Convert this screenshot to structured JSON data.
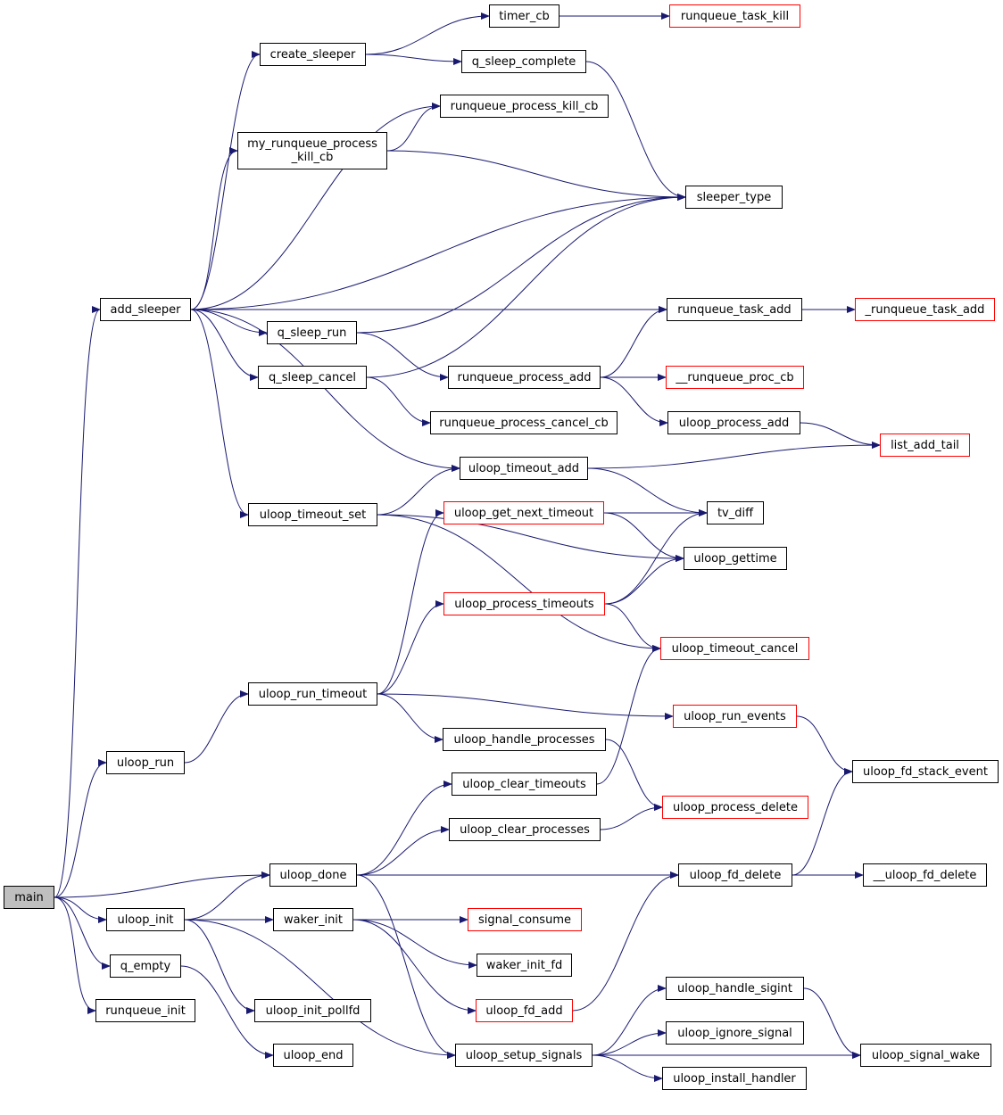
{
  "graph": {
    "edge_color": "#191970",
    "nodes": {
      "main": {
        "label": "main",
        "style": "root"
      },
      "add_sleeper": {
        "label": "add_sleeper",
        "style": "normal"
      },
      "uloop_run": {
        "label": "uloop_run",
        "style": "normal"
      },
      "uloop_done": {
        "label": "uloop_done",
        "style": "normal"
      },
      "uloop_init": {
        "label": "uloop_init",
        "style": "normal"
      },
      "q_empty": {
        "label": "q_empty",
        "style": "normal"
      },
      "runqueue_init": {
        "label": "runqueue_init",
        "style": "normal"
      },
      "create_sleeper": {
        "label": "create_sleeper",
        "style": "normal"
      },
      "my_runqueue_process_kill_cb": {
        "label": "my_runqueue_process\n_kill_cb",
        "style": "normal"
      },
      "q_sleep_run": {
        "label": "q_sleep_run",
        "style": "normal"
      },
      "q_sleep_cancel": {
        "label": "q_sleep_cancel",
        "style": "normal"
      },
      "uloop_timeout_set": {
        "label": "uloop_timeout_set",
        "style": "normal"
      },
      "uloop_run_timeout": {
        "label": "uloop_run_timeout",
        "style": "normal"
      },
      "waker_init": {
        "label": "waker_init",
        "style": "normal"
      },
      "uloop_init_pollfd": {
        "label": "uloop_init_pollfd",
        "style": "normal"
      },
      "uloop_end": {
        "label": "uloop_end",
        "style": "normal"
      },
      "timer_cb": {
        "label": "timer_cb",
        "style": "normal"
      },
      "q_sleep_complete": {
        "label": "q_sleep_complete",
        "style": "normal"
      },
      "runqueue_process_kill_cb": {
        "label": "runqueue_process_kill_cb",
        "style": "normal"
      },
      "runqueue_process_add": {
        "label": "runqueue_process_add",
        "style": "normal"
      },
      "runqueue_process_cancel_cb": {
        "label": "runqueue_process_cancel_cb",
        "style": "normal"
      },
      "uloop_timeout_add": {
        "label": "uloop_timeout_add",
        "style": "normal"
      },
      "uloop_get_next_timeout": {
        "label": "uloop_get_next_timeout",
        "style": "red"
      },
      "uloop_process_timeouts": {
        "label": "uloop_process_timeouts",
        "style": "red"
      },
      "uloop_handle_processes": {
        "label": "uloop_handle_processes",
        "style": "normal"
      },
      "uloop_clear_timeouts": {
        "label": "uloop_clear_timeouts",
        "style": "normal"
      },
      "uloop_clear_processes": {
        "label": "uloop_clear_processes",
        "style": "normal"
      },
      "signal_consume": {
        "label": "signal_consume",
        "style": "red"
      },
      "waker_init_fd": {
        "label": "waker_init_fd",
        "style": "normal"
      },
      "uloop_fd_add": {
        "label": "uloop_fd_add",
        "style": "red"
      },
      "uloop_setup_signals": {
        "label": "uloop_setup_signals",
        "style": "normal"
      },
      "runqueue_task_kill": {
        "label": "runqueue_task_kill",
        "style": "red"
      },
      "sleeper_type": {
        "label": "sleeper_type",
        "style": "normal"
      },
      "runqueue_task_add": {
        "label": "runqueue_task_add",
        "style": "normal"
      },
      "__runqueue_proc_cb": {
        "label": "__runqueue_proc_cb",
        "style": "red"
      },
      "uloop_process_add": {
        "label": "uloop_process_add",
        "style": "normal"
      },
      "tv_diff": {
        "label": "tv_diff",
        "style": "normal"
      },
      "uloop_gettime": {
        "label": "uloop_gettime",
        "style": "normal"
      },
      "uloop_timeout_cancel": {
        "label": "uloop_timeout_cancel",
        "style": "red"
      },
      "uloop_run_events": {
        "label": "uloop_run_events",
        "style": "red"
      },
      "uloop_process_delete": {
        "label": "uloop_process_delete",
        "style": "red"
      },
      "uloop_fd_delete": {
        "label": "uloop_fd_delete",
        "style": "normal"
      },
      "uloop_handle_sigint": {
        "label": "uloop_handle_sigint",
        "style": "normal"
      },
      "uloop_ignore_signal": {
        "label": "uloop_ignore_signal",
        "style": "normal"
      },
      "uloop_install_handler": {
        "label": "uloop_install_handler",
        "style": "normal"
      },
      "_runqueue_task_add": {
        "label": "_runqueue_task_add",
        "style": "red"
      },
      "list_add_tail": {
        "label": "list_add_tail",
        "style": "red"
      },
      "uloop_fd_stack_event": {
        "label": "uloop_fd_stack_event",
        "style": "normal"
      },
      "__uloop_fd_delete": {
        "label": "__uloop_fd_delete",
        "style": "normal"
      },
      "uloop_signal_wake": {
        "label": "uloop_signal_wake",
        "style": "normal"
      }
    },
    "edges": [
      [
        "main",
        "add_sleeper"
      ],
      [
        "main",
        "uloop_run"
      ],
      [
        "main",
        "uloop_done"
      ],
      [
        "main",
        "uloop_init"
      ],
      [
        "main",
        "q_empty"
      ],
      [
        "main",
        "runqueue_init"
      ],
      [
        "add_sleeper",
        "create_sleeper"
      ],
      [
        "add_sleeper",
        "runqueue_process_kill_cb"
      ],
      [
        "add_sleeper",
        "my_runqueue_process_kill_cb"
      ],
      [
        "add_sleeper",
        "sleeper_type"
      ],
      [
        "add_sleeper",
        "runqueue_task_add"
      ],
      [
        "add_sleeper",
        "q_sleep_run"
      ],
      [
        "add_sleeper",
        "q_sleep_cancel"
      ],
      [
        "add_sleeper",
        "uloop_timeout_add"
      ],
      [
        "add_sleeper",
        "uloop_timeout_set"
      ],
      [
        "create_sleeper",
        "timer_cb"
      ],
      [
        "create_sleeper",
        "q_sleep_complete"
      ],
      [
        "timer_cb",
        "runqueue_task_kill"
      ],
      [
        "q_sleep_complete",
        "sleeper_type"
      ],
      [
        "my_runqueue_process_kill_cb",
        "runqueue_process_kill_cb"
      ],
      [
        "my_runqueue_process_kill_cb",
        "sleeper_type"
      ],
      [
        "q_sleep_run",
        "sleeper_type"
      ],
      [
        "q_sleep_run",
        "runqueue_process_add"
      ],
      [
        "q_sleep_cancel",
        "sleeper_type"
      ],
      [
        "q_sleep_cancel",
        "runqueue_process_cancel_cb"
      ],
      [
        "runqueue_task_add",
        "_runqueue_task_add"
      ],
      [
        "runqueue_process_add",
        "runqueue_task_add"
      ],
      [
        "runqueue_process_add",
        "__runqueue_proc_cb"
      ],
      [
        "runqueue_process_add",
        "uloop_process_add"
      ],
      [
        "uloop_process_add",
        "list_add_tail"
      ],
      [
        "uloop_timeout_add",
        "list_add_tail"
      ],
      [
        "uloop_timeout_add",
        "tv_diff"
      ],
      [
        "uloop_timeout_set",
        "uloop_timeout_add"
      ],
      [
        "uloop_timeout_set",
        "uloop_gettime"
      ],
      [
        "uloop_timeout_set",
        "uloop_timeout_cancel"
      ],
      [
        "uloop_get_next_timeout",
        "tv_diff"
      ],
      [
        "uloop_get_next_timeout",
        "uloop_gettime"
      ],
      [
        "uloop_process_timeouts",
        "tv_diff"
      ],
      [
        "uloop_process_timeouts",
        "uloop_gettime"
      ],
      [
        "uloop_process_timeouts",
        "uloop_timeout_cancel"
      ],
      [
        "uloop_run",
        "uloop_run_timeout"
      ],
      [
        "uloop_run_timeout",
        "uloop_get_next_timeout"
      ],
      [
        "uloop_run_timeout",
        "uloop_process_timeouts"
      ],
      [
        "uloop_run_timeout",
        "uloop_run_events"
      ],
      [
        "uloop_run_timeout",
        "uloop_handle_processes"
      ],
      [
        "uloop_run_events",
        "uloop_fd_stack_event"
      ],
      [
        "uloop_handle_processes",
        "uloop_process_delete"
      ],
      [
        "uloop_clear_timeouts",
        "uloop_timeout_cancel"
      ],
      [
        "uloop_clear_processes",
        "uloop_process_delete"
      ],
      [
        "uloop_done",
        "uloop_clear_timeouts"
      ],
      [
        "uloop_done",
        "uloop_clear_processes"
      ],
      [
        "uloop_done",
        "uloop_fd_delete"
      ],
      [
        "uloop_done",
        "uloop_setup_signals"
      ],
      [
        "uloop_fd_delete",
        "uloop_fd_stack_event"
      ],
      [
        "uloop_fd_delete",
        "__uloop_fd_delete"
      ],
      [
        "uloop_init",
        "uloop_done"
      ],
      [
        "uloop_init",
        "waker_init"
      ],
      [
        "uloop_init",
        "uloop_init_pollfd"
      ],
      [
        "uloop_init",
        "uloop_setup_signals"
      ],
      [
        "waker_init",
        "signal_consume"
      ],
      [
        "waker_init",
        "waker_init_fd"
      ],
      [
        "waker_init",
        "uloop_fd_add"
      ],
      [
        "uloop_fd_add",
        "uloop_fd_delete"
      ],
      [
        "q_empty",
        "uloop_end"
      ],
      [
        "uloop_setup_signals",
        "uloop_handle_sigint"
      ],
      [
        "uloop_setup_signals",
        "uloop_ignore_signal"
      ],
      [
        "uloop_setup_signals",
        "uloop_install_handler"
      ],
      [
        "uloop_setup_signals",
        "uloop_signal_wake"
      ],
      [
        "uloop_handle_sigint",
        "uloop_signal_wake"
      ]
    ]
  }
}
